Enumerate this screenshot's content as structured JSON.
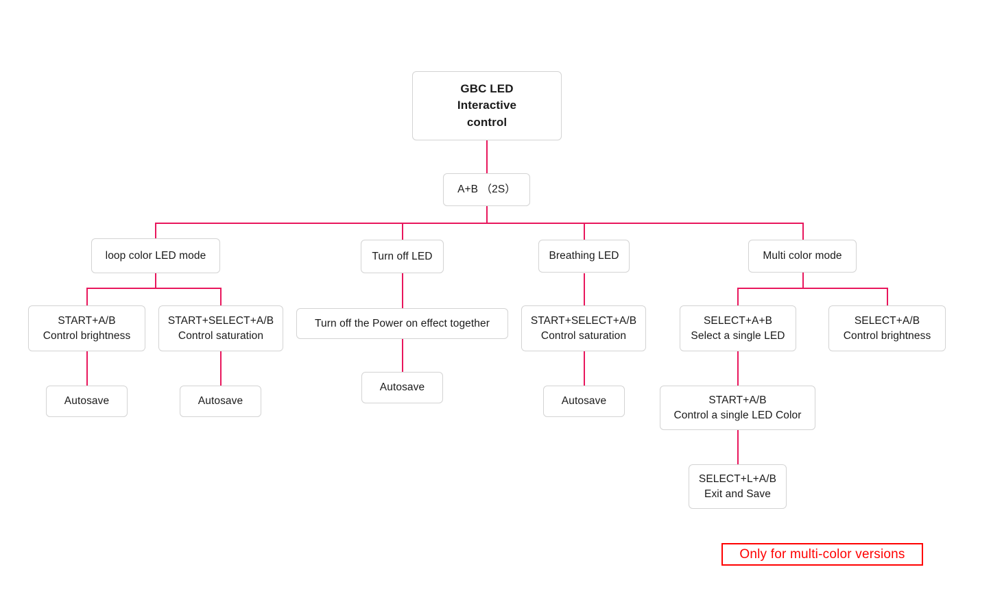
{
  "diagram": {
    "title": "GBC LED Interactive control",
    "line_color": "#e8165c",
    "box_border_color": "#d3d3d3",
    "annotation_color": "#ff0000"
  },
  "nodes": {
    "root": "GBC LED\nInteractive\ncontrol",
    "trigger": "A+B （2S）",
    "mode_loop": "loop color LED mode",
    "mode_turnoff": "Turn off LED",
    "mode_breathing": "Breathing LED",
    "mode_multicolor": "Multi color mode",
    "loop_brightness": "START+A/B\nControl brightness",
    "loop_saturation": "START+SELECT+A/B\nControl saturation",
    "loop_autosave_left": "Autosave",
    "loop_autosave_right": "Autosave",
    "turnoff_power": "Turn off the Power on effect together",
    "turnoff_autosave": "Autosave",
    "breathing_saturation": "START+SELECT+A/B\nControl saturation",
    "breathing_autosave": "Autosave",
    "multi_select_single": "SELECT+A+B\nSelect a single LED",
    "multi_brightness": "SELECT+A/B\nControl brightness",
    "multi_single_color": "START+A/B\nControl a single LED Color",
    "multi_exit_save": "SELECT+L+A/B\nExit and Save"
  },
  "annotation": {
    "text": "Only for multi-color versions"
  }
}
